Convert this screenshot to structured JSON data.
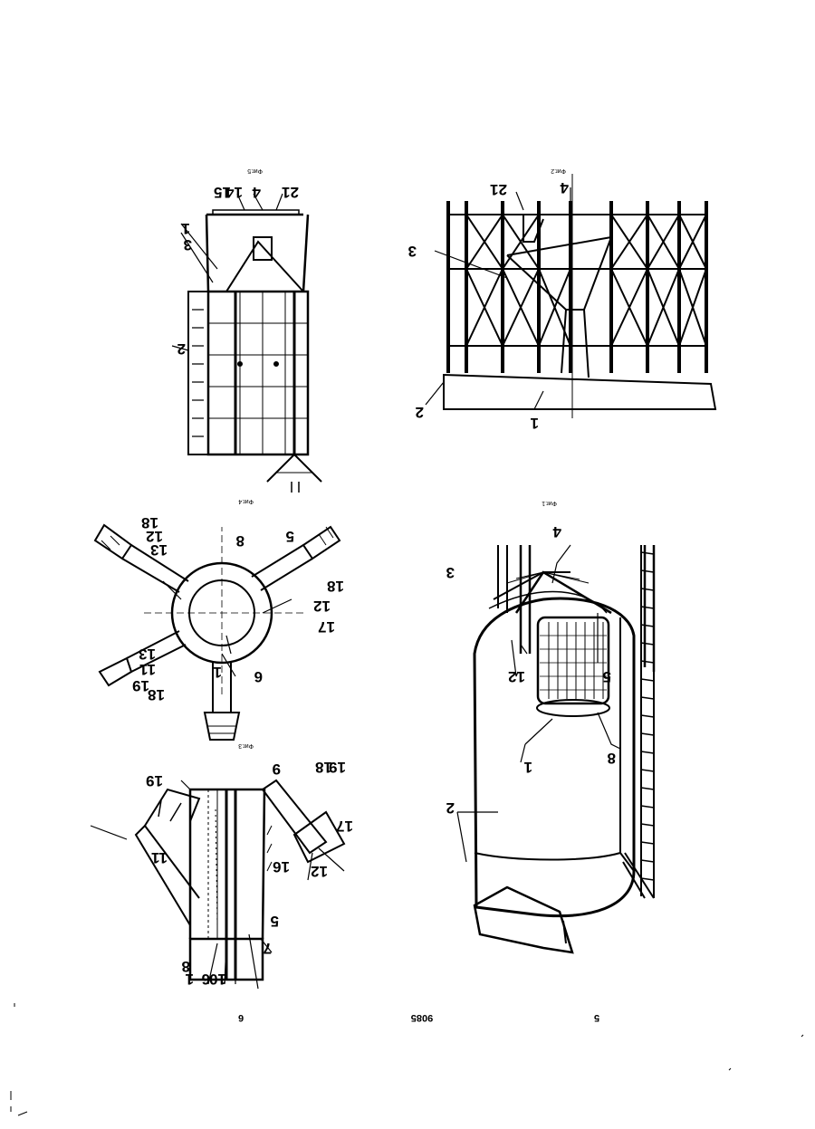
{
  "page_numbers": {
    "left": "5",
    "center": "9085",
    "right": "6"
  },
  "figures": {
    "fig1": {
      "caption": "Фиг.1",
      "labels": [
        "1",
        "2",
        "3",
        "4",
        "5",
        "8",
        "12"
      ]
    },
    "fig2": {
      "caption": "Фиг.2",
      "labels": [
        "1",
        "2",
        "3",
        "4",
        "21"
      ]
    },
    "fig3": {
      "caption": "Фиг.3",
      "labels": [
        "1",
        "5",
        "6",
        "7",
        "8",
        "9",
        "10",
        "11",
        "12",
        "16",
        "17",
        "18",
        "19"
      ]
    },
    "fig4": {
      "caption": "Фиг.4",
      "labels": [
        "1",
        "5",
        "6",
        "8",
        "11",
        "12",
        "13",
        "17",
        "18",
        "19"
      ]
    },
    "fig5": {
      "caption": "Фиг.5",
      "labels": [
        "1",
        "2",
        "3",
        "4",
        "14",
        "15",
        "21"
      ]
    }
  },
  "orientation": "rotated-180"
}
